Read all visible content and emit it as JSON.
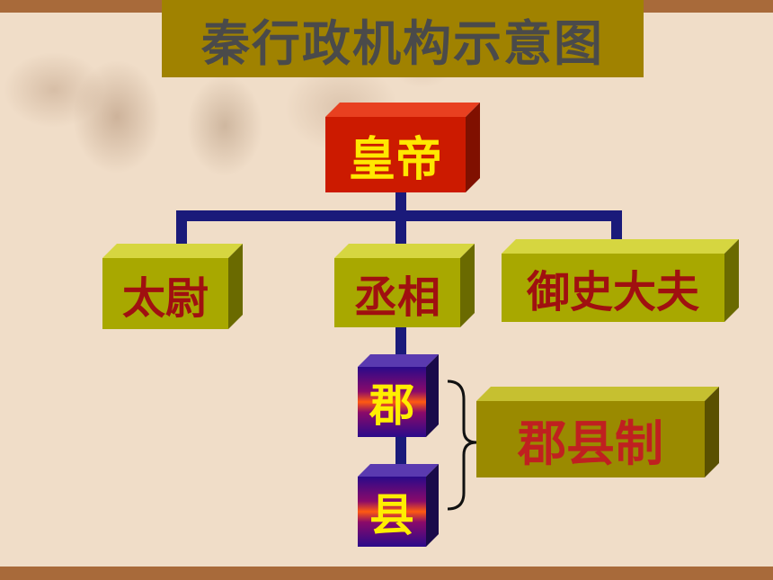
{
  "title": "秦行政机构示意图",
  "nodes": {
    "emperor": "皇帝",
    "taiwei": "太尉",
    "chengxiang": "丞相",
    "yushidafu": "御史大夫",
    "jun": "郡",
    "xian": "县",
    "system": "郡县制"
  },
  "colors": {
    "emperor_box": "#cc1a00",
    "emperor_text": "#ffe800",
    "official_box": "#a8a800",
    "official_text": "#a01010",
    "system_box": "#9a8a00",
    "system_text": "#c02020",
    "local_box": "#3a1a7a",
    "local_text": "#ffee00",
    "connector": "#1a1a7a"
  }
}
